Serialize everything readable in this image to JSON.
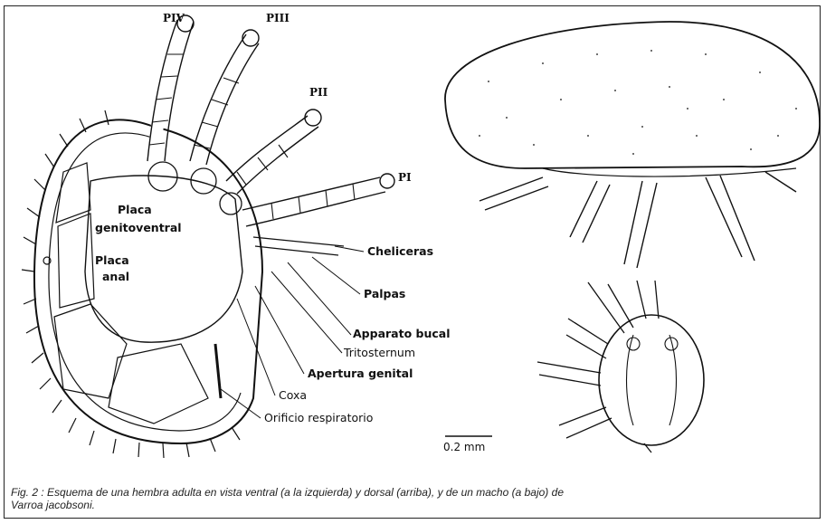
{
  "legs": {
    "p4": "PIV",
    "p3": "PIII",
    "p2": "PII",
    "p1": "PI"
  },
  "plates": {
    "genitoventral_line1": "Placa",
    "genitoventral_line2": "genitoventral",
    "anal_line1": "Placa",
    "anal_line2": "anal"
  },
  "callouts": {
    "cheliceras": "Cheliceras",
    "palpas": "Palpas",
    "apparato_bucal": "Apparato bucal",
    "tritosternum": "Tritosternum",
    "apertura_genital": "Apertura genital",
    "coxa": "Coxa",
    "orificio_respiratorio": "Orificio respiratorio"
  },
  "scale_bar": "0.2 mm",
  "caption_line1": "Fig. 2 : Esquema de una hembra adulta en vista ventral (a la izquierda) y dorsal (arriba), y de un macho (a bajo) de",
  "caption_line2": "Varroa jacobsoni."
}
